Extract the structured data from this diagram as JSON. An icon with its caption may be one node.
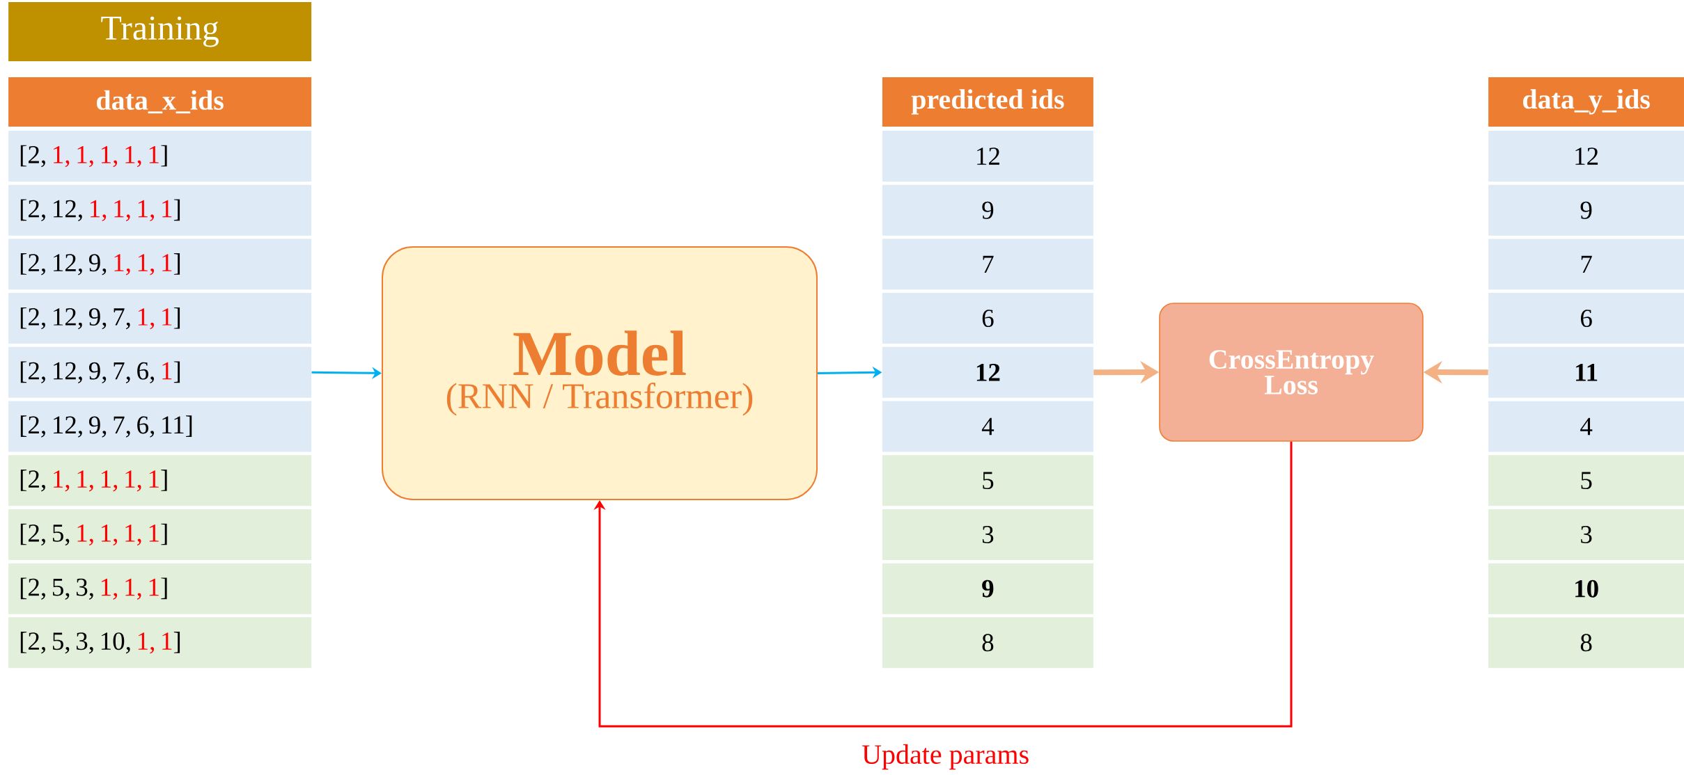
{
  "diagram": {
    "nodes": [
      {
        "text": [
          "Training"
        ]
      },
      {
        "text": [
          "data_x_ids"
        ]
      },
      {
        "text": [
          "[2,",
          "1, 1, 1, 1, 1",
          "]"
        ]
      },
      {
        "text": [
          "[2, 12,",
          "1, 1, 1, 1",
          "]"
        ]
      },
      {
        "text": [
          "[2, 12, 9,",
          "1, 1, 1",
          "]"
        ]
      },
      {
        "text": [
          "[2, 12, 9, 7,",
          "1, 1",
          "]"
        ]
      },
      {
        "text": [
          "[2, 12, 9, 7, 6,",
          "1",
          "]"
        ]
      },
      {
        "text": [
          "[2, 12, 9, 7, 6, 11]"
        ]
      },
      {
        "text": [
          "[2,",
          "1, 1, 1, 1, 1",
          "]"
        ]
      },
      {
        "text": [
          "[2, 5,",
          "1, 1, 1, 1",
          "]"
        ]
      },
      {
        "text": [
          "[2, 5, 3,",
          "1, 1, 1",
          "]"
        ]
      },
      {
        "text": [
          "[2, 5, 3, 10,",
          "1, 1",
          "]"
        ]
      },
      {
        "text": [
          "Model",
          "(RNN / Transformer)"
        ]
      },
      {
        "text": [
          "predicted ids"
        ]
      },
      {
        "text": [
          "12"
        ]
      },
      {
        "text": [
          "9"
        ]
      },
      {
        "text": [
          "7"
        ]
      },
      {
        "text": [
          "6"
        ]
      },
      {
        "text": [
          "12"
        ]
      },
      {
        "text": [
          "4"
        ]
      },
      {
        "text": [
          "5"
        ]
      },
      {
        "text": [
          "3"
        ]
      },
      {
        "text": [
          "9"
        ]
      },
      {
        "text": [
          "8"
        ]
      },
      {
        "text": [
          "CrossEntropy Loss"
        ]
      },
      {
        "text": [
          "data_y_ids"
        ]
      },
      {
        "text": [
          "12"
        ]
      },
      {
        "text": [
          "9"
        ]
      },
      {
        "text": [
          "7"
        ]
      },
      {
        "text": [
          "6"
        ]
      },
      {
        "text": [
          "11"
        ]
      },
      {
        "text": [
          "4"
        ]
      },
      {
        "text": [
          "5"
        ]
      },
      {
        "text": [
          "3"
        ]
      },
      {
        "text": [
          "10"
        ]
      },
      {
        "text": [
          "8"
        ]
      }
    ],
    "edges": [
      {
        "from": 6,
        "to": 12,
        "arrow": "to",
        "color": "#00b0f0"
      },
      {
        "from": 12,
        "to": 18,
        "arrow": "to",
        "color": "#00b0f0"
      },
      {
        "from": 18,
        "to": 24,
        "arrow": "to",
        "style": "thick",
        "color": "#f4b183"
      },
      {
        "from": 30,
        "to": 24,
        "arrow": "to",
        "style": "thick",
        "color": "#f4b183"
      },
      {
        "from": 24,
        "to": 12,
        "arrow": "to",
        "label": "Update params",
        "color": "#ff0000"
      }
    ]
  }
}
